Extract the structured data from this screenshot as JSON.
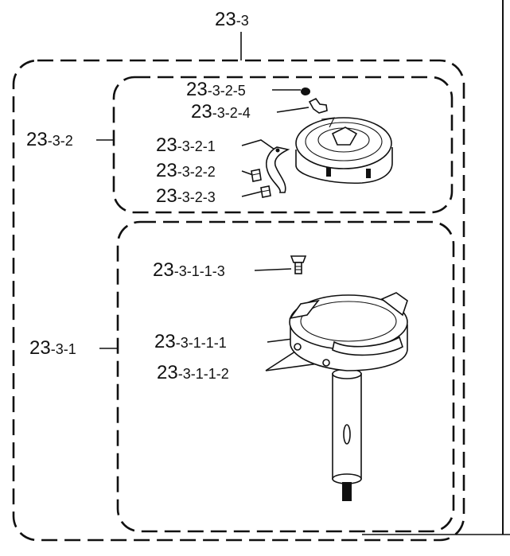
{
  "labels": {
    "root": {
      "big": "23",
      "small": "-3"
    },
    "group_bobbin_case": {
      "big": "23",
      "small": "-3-2"
    },
    "group_rotary_hook": {
      "big": "23",
      "small": "-3-1"
    },
    "part_3_2_5": {
      "big": "23",
      "small": "-3-2-5"
    },
    "part_3_2_4": {
      "big": "23",
      "small": "-3-2-4"
    },
    "part_3_2_1": {
      "big": "23",
      "small": "-3-2-1"
    },
    "part_3_2_2": {
      "big": "23",
      "small": "-3-2-2"
    },
    "part_3_2_3": {
      "big": "23",
      "small": "-3-2-3"
    },
    "part_3_1_1_3": {
      "big": "23",
      "small": "-3-1-1-3"
    },
    "part_3_1_1_1": {
      "big": "23",
      "small": "-3-1-1-1"
    },
    "part_3_1_1_2": {
      "big": "23",
      "small": "-3-1-1-2"
    }
  },
  "colors": {
    "ink": "#111111",
    "background": "#ffffff"
  }
}
